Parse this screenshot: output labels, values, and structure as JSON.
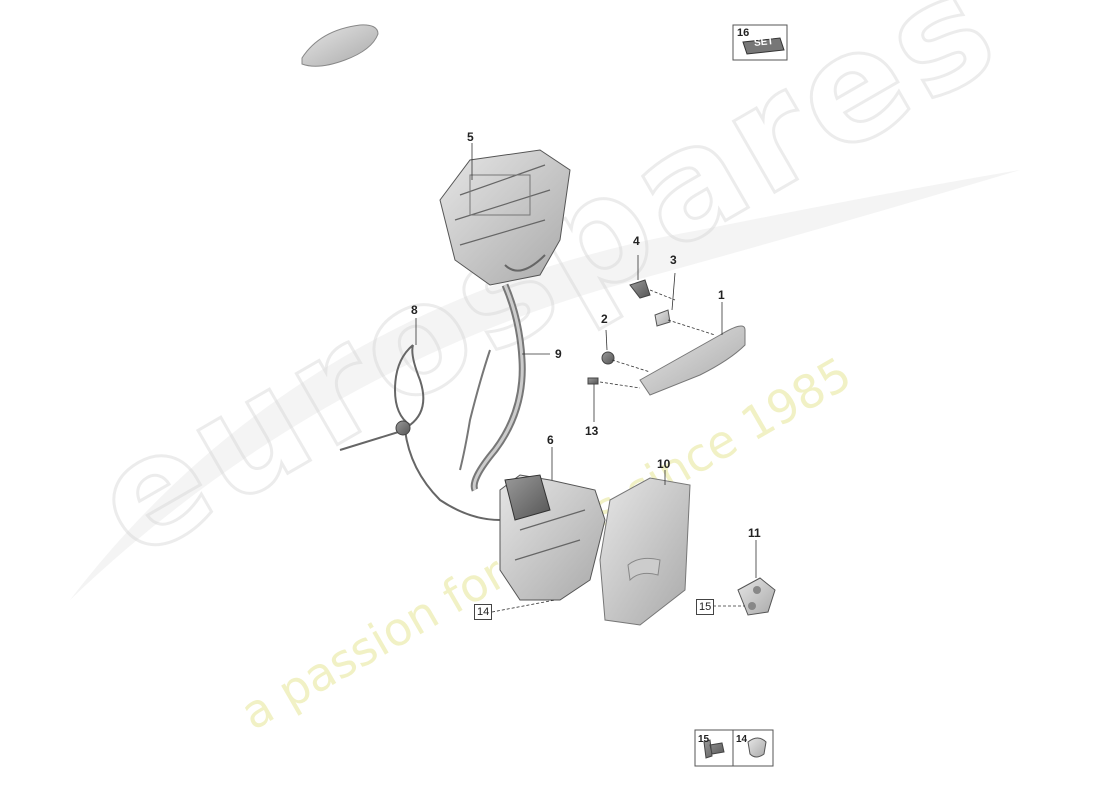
{
  "watermark": {
    "brand": "eurospares",
    "tagline": "a passion for parts since 1985"
  },
  "callouts": {
    "c1": "1",
    "c2": "2",
    "c3": "3",
    "c4": "4",
    "c5": "5",
    "c6": "6",
    "c8": "8",
    "c9": "9",
    "c10": "10",
    "c11": "11",
    "c13": "13",
    "c14": "14",
    "c15": "15",
    "c16": "16"
  },
  "set_label": "SET",
  "legend": {
    "screw_number": "15",
    "clip_number": "14"
  }
}
